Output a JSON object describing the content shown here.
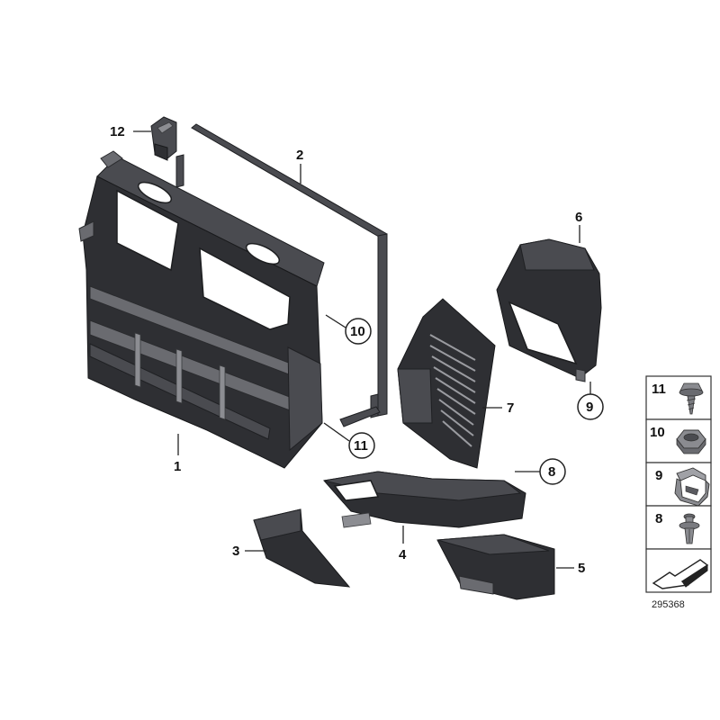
{
  "callouts": {
    "c1": "1",
    "c2": "2",
    "c3": "3",
    "c4": "4",
    "c5": "5",
    "c6": "6",
    "c7": "7",
    "c8": "8",
    "c9": "9",
    "c10": "10",
    "c11": "11",
    "c12": "12"
  },
  "legend": {
    "items": [
      "11",
      "10",
      "9",
      "8"
    ]
  },
  "reference_number": "295368",
  "colors": {
    "part": "#2e2f33",
    "background": "#ffffff"
  }
}
